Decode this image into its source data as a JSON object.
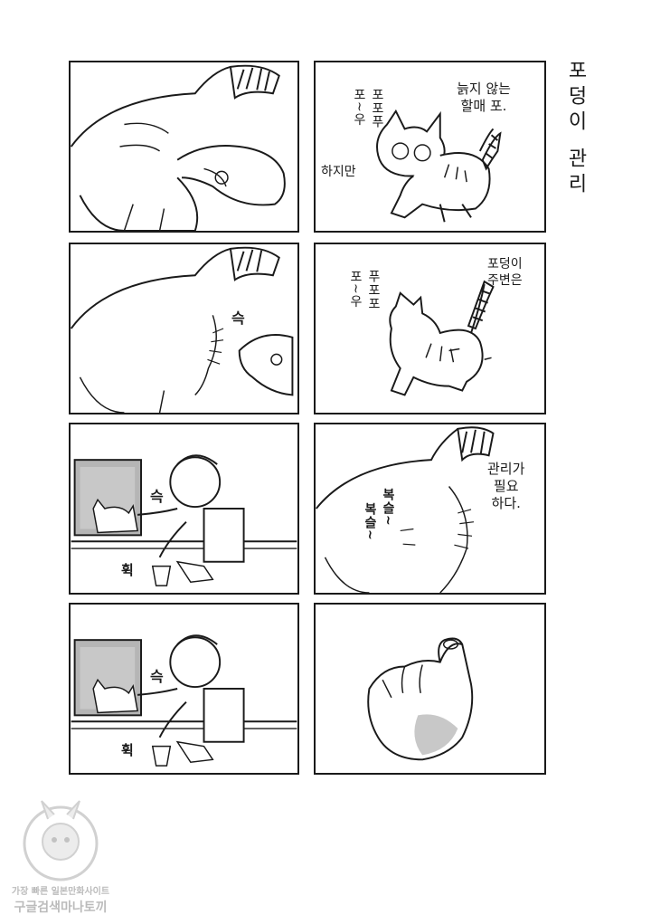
{
  "title": "포덩이 관리",
  "panels": {
    "p1": {
      "sfx": ""
    },
    "p2": {
      "narration": "늙지 않는\n할매 포.",
      "sfx_purr": "포포푸\n포~우",
      "side_text": "하지만"
    },
    "p3": {
      "sfx": "슥"
    },
    "p4": {
      "narration": "포덩이\n주변은",
      "sfx_purr": "푸포포\n포~우"
    },
    "p5": {
      "sfx_rub": "슥",
      "sfx_move": "휙"
    },
    "p6": {
      "narration": "관리가\n필요\n하다.",
      "sfx_fluff1": "복슬~",
      "sfx_fluff2": "복슬~"
    },
    "p7": {
      "sfx_rub": "슥",
      "sfx_move": "휙"
    },
    "p8": {
      "sfx": ""
    }
  },
  "watermark": {
    "line1": "가장 빠른 일본만화사이트",
    "line2": "구글검색마나토끼"
  },
  "colors": {
    "ink": "#1a1a1a",
    "screentone": "#b5b5b5",
    "watermark": "#6b6b6b"
  }
}
